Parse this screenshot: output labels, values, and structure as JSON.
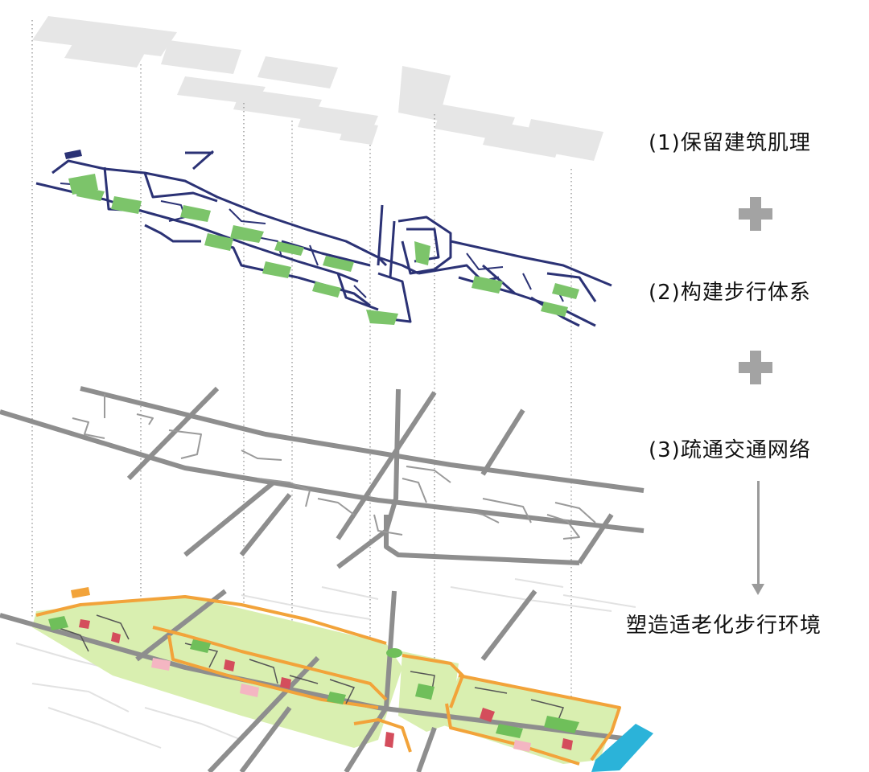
{
  "steps": [
    {
      "label": "(1)保留建筑肌理"
    },
    {
      "label": "(2)构建步行体系"
    },
    {
      "label": "(3)疏通交通网络"
    }
  ],
  "result": {
    "label": "塑造适老化步行环境"
  },
  "colors": {
    "building_outline": "#2b3275",
    "green_space": "#7cc46a",
    "road_gray": "#8e8e8e",
    "path_gray": "#9a9a9a",
    "ghost_gray": "#e2e2e2",
    "orange_path": "#f2a33a",
    "light_green": "#d9efb0",
    "river": "#2bb3d9",
    "operator_gray": "#a3a3a3"
  },
  "icons": {
    "operator": "plus-icon",
    "flow": "arrow-down-icon"
  }
}
